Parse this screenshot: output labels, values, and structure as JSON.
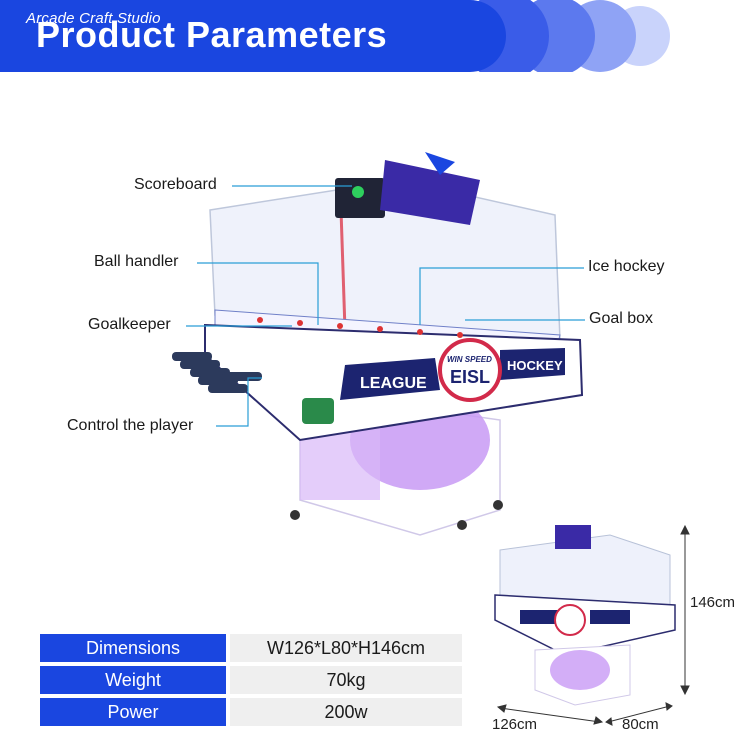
{
  "header": {
    "brand": "Arcade Craft Studio",
    "title": "Product Parameters"
  },
  "callouts": {
    "scoreboard": "Scoreboard",
    "ball_handler": "Ball handler",
    "goalkeeper": "Goalkeeper",
    "control_player": "Control the player",
    "ice_hockey": "Ice hockey",
    "goal_box": "Goal box"
  },
  "machine_signage": {
    "left": "LEAGUE",
    "right": "HOCKEY",
    "badge_top": "WIN SPEED",
    "badge": "EISL"
  },
  "dimensions": {
    "height": "146cm",
    "width": "126cm",
    "depth": "80cm"
  },
  "specs": [
    {
      "label": "Dimensions",
      "value": "W126*L80*H146cm"
    },
    {
      "label": "Weight",
      "value": "70kg"
    },
    {
      "label": "Power",
      "value": "200w"
    }
  ],
  "colors": {
    "brand_blue": "#1a46e0",
    "cabinet_purple": "#b77cf0",
    "spec_bg": "#efefef"
  }
}
